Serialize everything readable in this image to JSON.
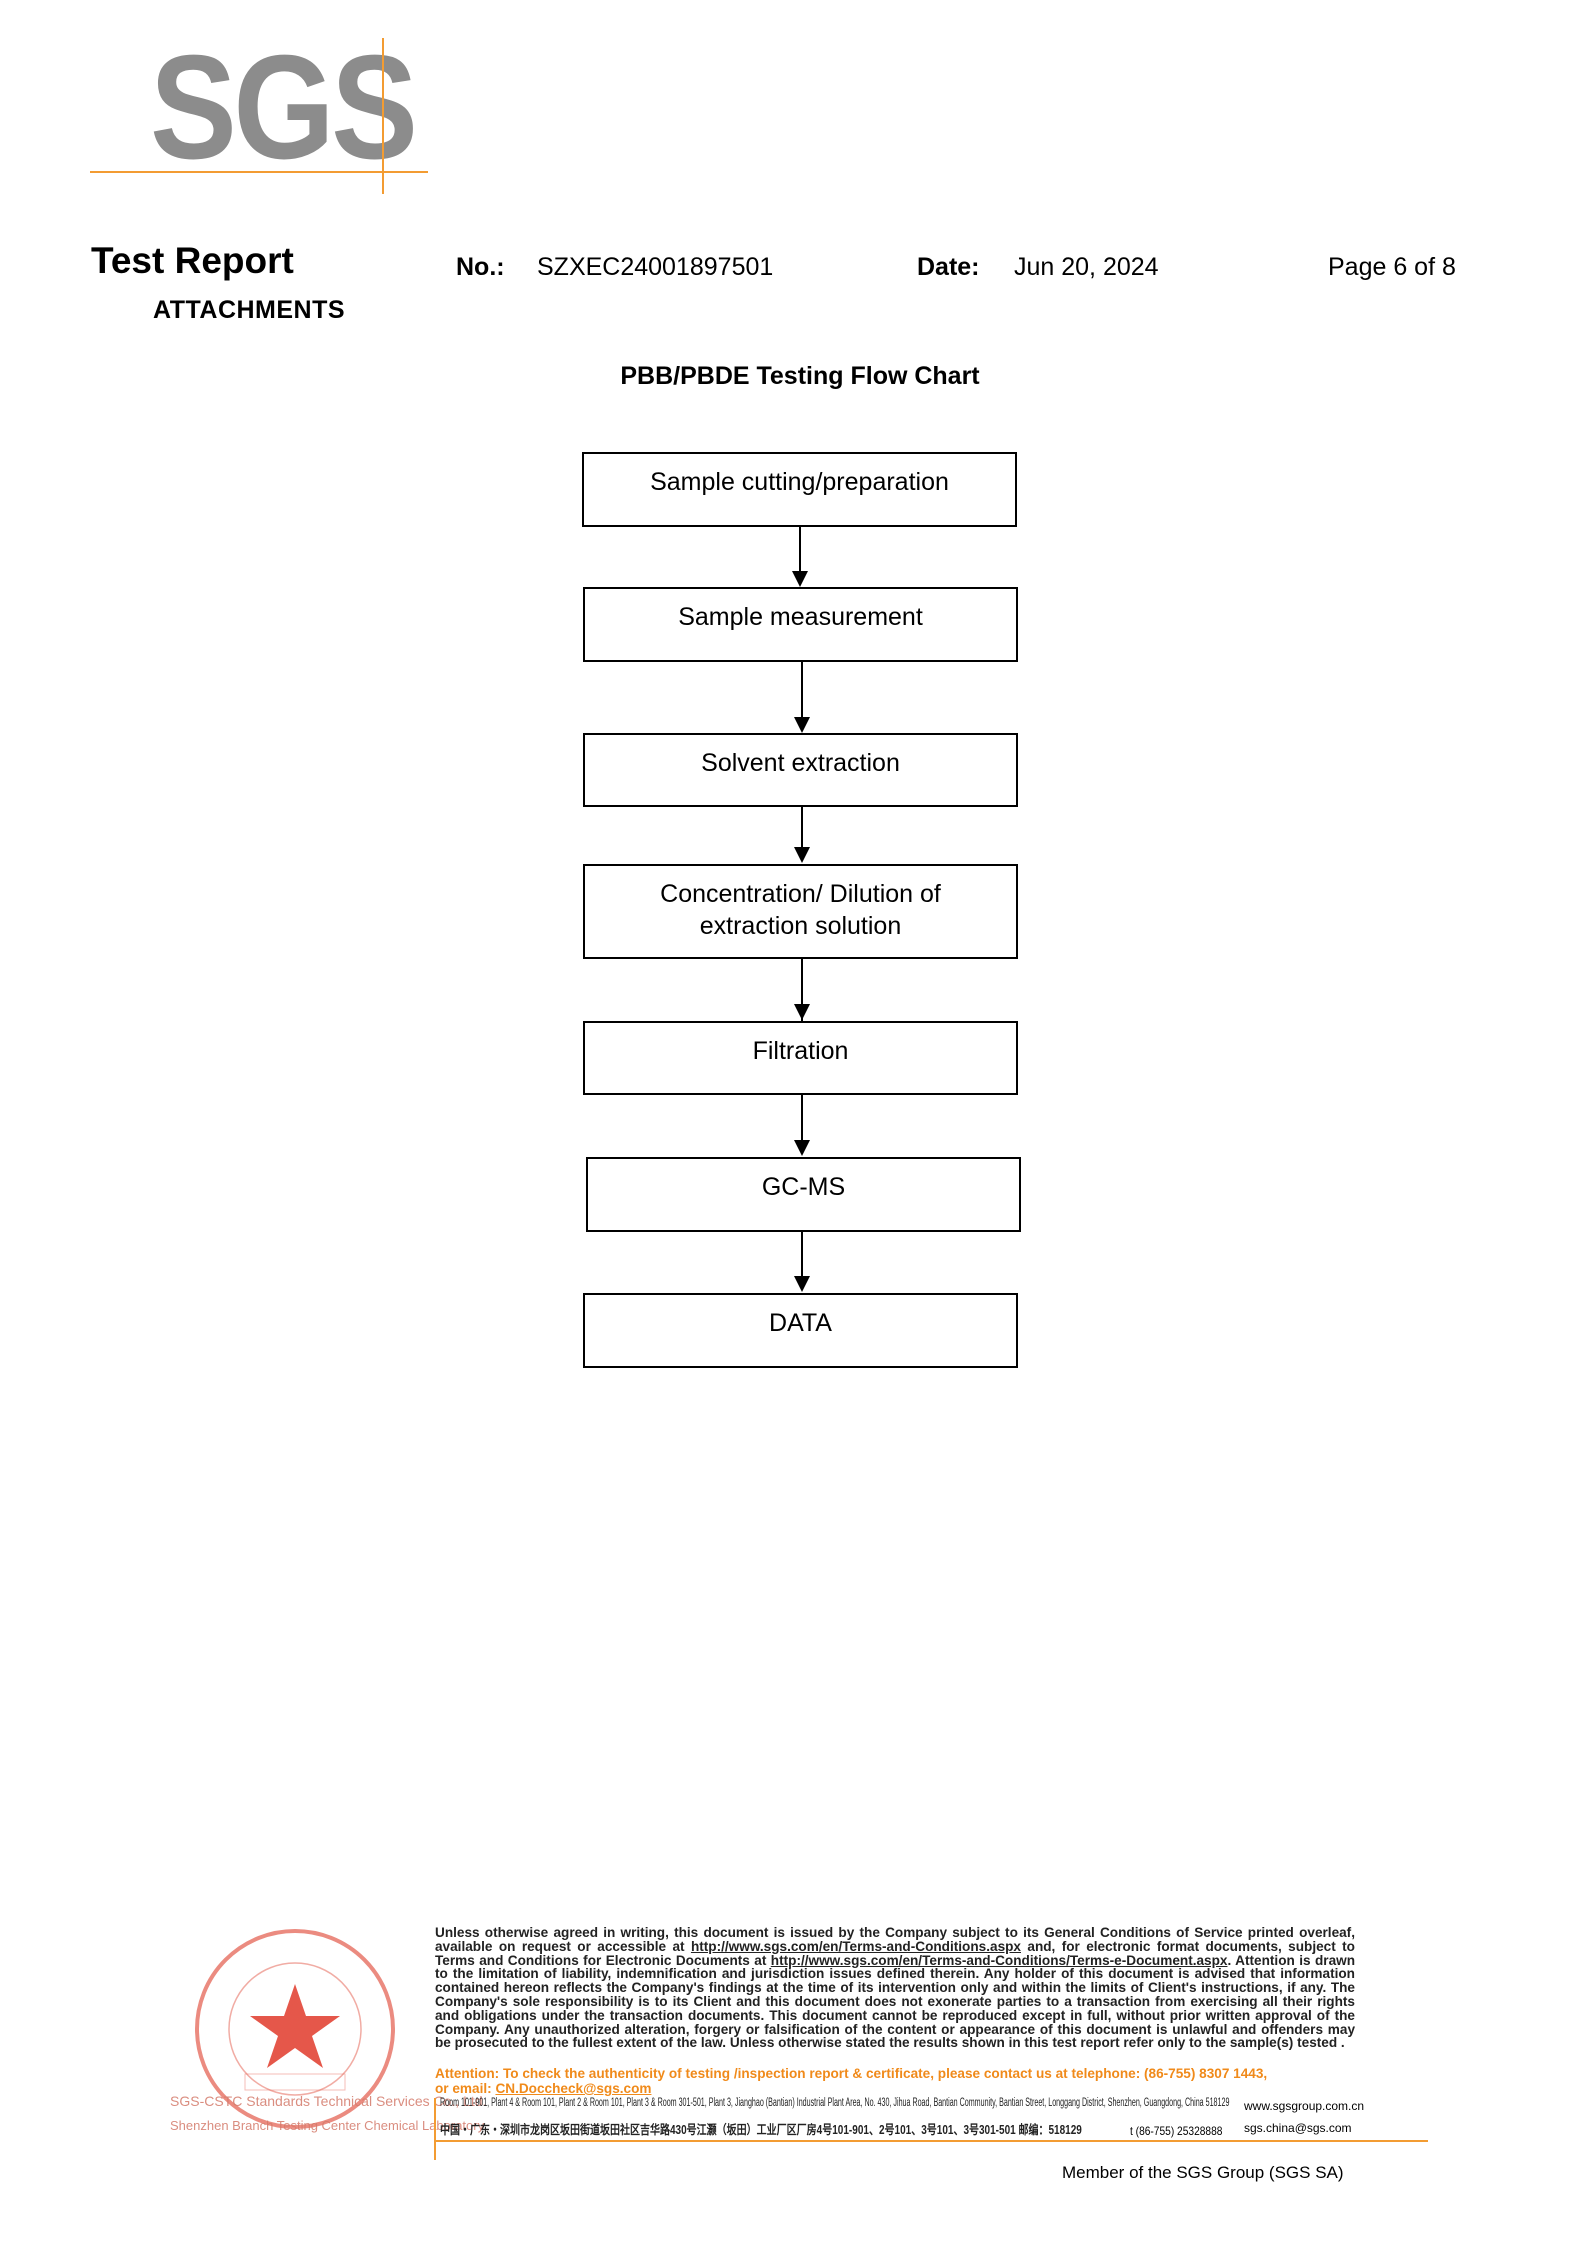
{
  "logo": {
    "text": "SGS",
    "accent_color": "#f39c32",
    "gray_color": "#8c8c8c"
  },
  "header": {
    "title": "Test Report",
    "subtitle": "ATTACHMENTS",
    "no_label": "No.:",
    "no_value": "SZXEC24001897501",
    "date_label": "Date:",
    "date_value": "Jun 20, 2024",
    "page": "Page 6 of 8"
  },
  "chart_title": "PBB/PBDE Testing Flow Chart",
  "flow": {
    "steps": [
      {
        "lines": [
          "Sample cutting/preparation"
        ]
      },
      {
        "lines": [
          "Sample measurement"
        ]
      },
      {
        "lines": [
          "Solvent extraction"
        ]
      },
      {
        "lines": [
          "Concentration/ Dilution of",
          "extraction solution"
        ]
      },
      {
        "lines": [
          "Filtration"
        ]
      },
      {
        "lines": [
          "GC-MS"
        ]
      },
      {
        "lines": [
          "DATA"
        ]
      }
    ]
  },
  "footer": {
    "seal_company_en": "SGS-CSTC Standards Technical Services Co., Ltd.",
    "seal_branch_en": "Shenzhen Branch Testing Center Chemical Laboratory",
    "disclaimer_1": "Unless otherwise agreed in writing, this document is issued by the Company subject to its General Conditions of Service printed overleaf, available on request or accessible at ",
    "link_1": "http://www.sgs.com/en/Terms-and-Conditions.aspx",
    "disclaimer_2": " and, for electronic format documents, subject to Terms and Conditions for Electronic Documents at ",
    "link_2": "http://www.sgs.com/en/Terms-and-Conditions/Terms-e-Document.aspx",
    "disclaimer_3": ". Attention is drawn to the limitation of liability, indemnification and jurisdiction issues defined therein. Any holder of this document is advised that information contained hereon reflects the Company's findings at the time of its intervention only and within the limits of Client's instructions, if any. The Company's sole responsibility is to its Client and this document does not exonerate parties to a transaction from exercising all their rights and obligations under the transaction documents. This document cannot be reproduced except in full, without prior written approval of the Company. Any unauthorized alteration, forgery or falsification of the content or appearance of this document is unlawful and offenders may be prosecuted to the fullest extent of the law. Unless otherwise stated the results shown in this test report refer only to the sample(s) tested .",
    "attention": "Attention: To check the authenticity of testing /inspection report & certificate, please contact us at telephone: (86-755) 8307 1443,",
    "attention_email_prefix": "or email: ",
    "attention_email": "CN.Doccheck@sgs.com",
    "address_en": "Room 101-901, Plant 4 & Room 101, Plant 2 & Room 101, Plant 3 & Room 301-501, Plant 3, Jianghao (Bantian) Industrial Plant Area, No. 430, Jihua Road, Bantian Community, Bantian Street, Longgang District, Shenzhen, Guangdong, China 518129",
    "address_cn": "中国・广东・深圳市龙岗区坂田街道坂田社区吉华路430号江灏（坂田）工业厂区厂房4号101-901、2号101、3号101、3号301-501 邮编：518129",
    "phone": "t (86-755) 25328888",
    "website": "www.sgsgroup.com.cn",
    "email": "sgs.china@sgs.com",
    "member": "Member of the SGS Group (SGS SA)"
  }
}
